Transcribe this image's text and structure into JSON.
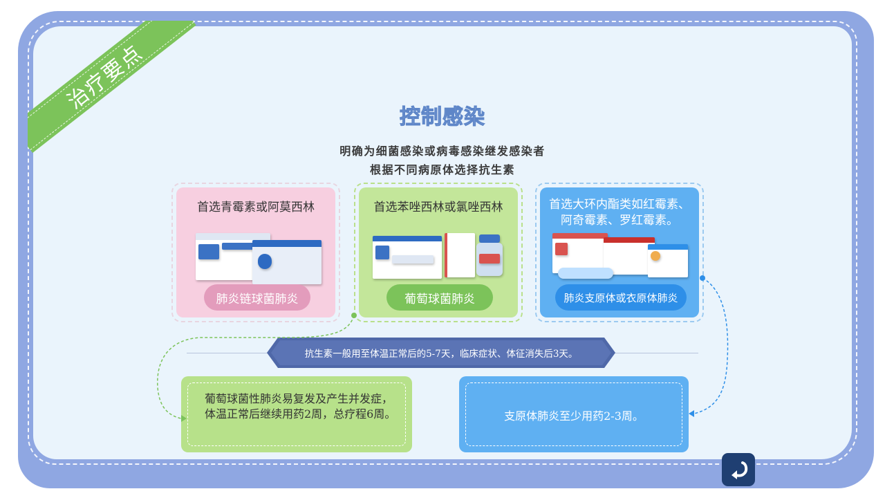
{
  "ribbon": {
    "label": "治疗要点"
  },
  "title": "控制感染",
  "subtitle": {
    "line1": "明确为细菌感染或病毒感染继发感染者",
    "line2": "根据不同病原体选择抗生素"
  },
  "cards": [
    {
      "text": "首选青霉素或阿莫西林",
      "pill": "肺炎链球菌肺炎",
      "color": "#f7cfe0"
    },
    {
      "text": "首选苯唑西林或氯唑西林",
      "pill": "葡萄球菌肺炎",
      "color": "#c3e69a"
    },
    {
      "text": "首选大环内酯类如红霉素、阿奇霉素、罗红霉素。",
      "pill": "肺炎支原体或衣原体肺炎",
      "color": "#5fb0f2"
    }
  ],
  "banner": "抗生素一般用至体温正常后的5-7天，临床症状、体征消失后3天。",
  "bottom_left": "葡萄球菌性肺炎易复发及产生并发症，体温正常后继续用药2周，总疗程6周。",
  "bottom_right": "支原体肺炎至少用药2-3周。",
  "icons": {
    "return": "return-arrow-icon"
  }
}
